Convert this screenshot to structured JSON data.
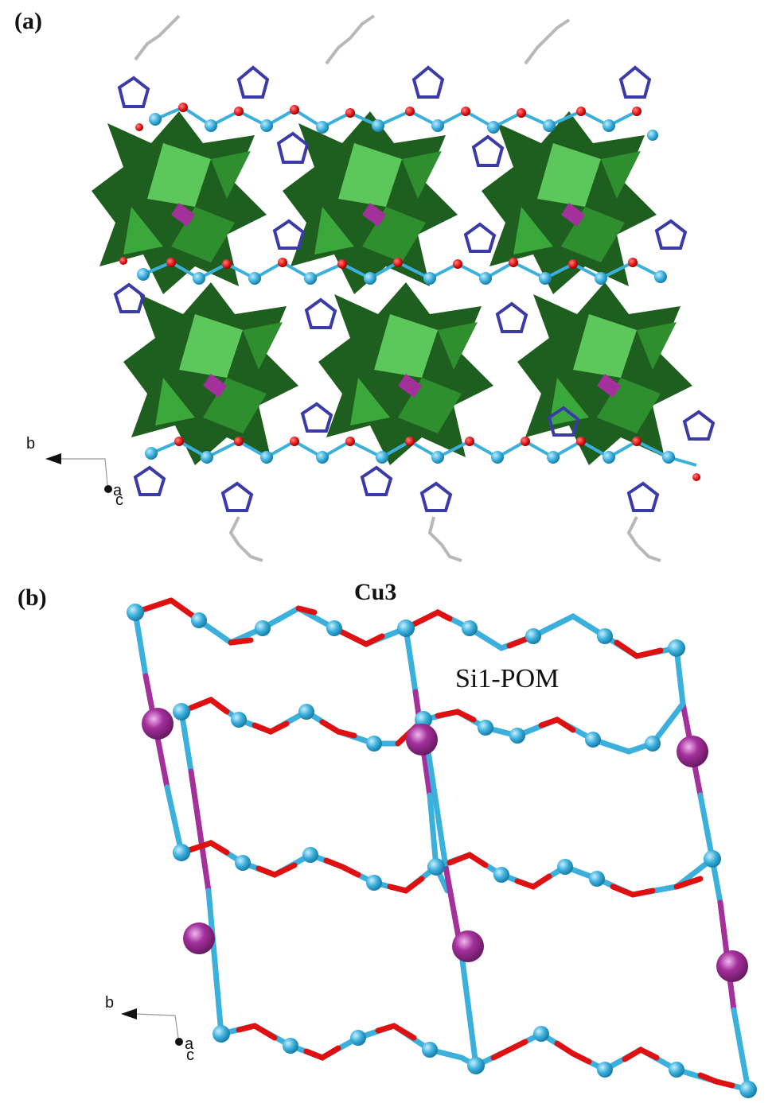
{
  "figure": {
    "panels": [
      {
        "label": "(a)",
        "description": "Crystal packing view: Cu-triazole chains linked by O bridges with Keggin-type polyoxometalate clusters (green polyhedra, pink SiO4 center) and alkyl-triazole ligands",
        "axes": {
          "b": "b",
          "a": "a",
          "c": "c"
        }
      },
      {
        "label": "(b)",
        "description": "Simplified 2D network topology: zigzag Cu–O chains connected via Si1-POM nodes",
        "annotations": {
          "cu": "Cu3",
          "pom": "Si1-POM"
        },
        "axes": {
          "b": "b",
          "a": "a",
          "c": "c"
        }
      }
    ],
    "colors": {
      "copper": "#3bb0dc",
      "oxygen": "#e01010",
      "nitrogen": "#3a3aa8",
      "carbon": "#b8b8b8",
      "pom_dark": "#1e5e1e",
      "pom_light": "#3aa83a",
      "silicon": "#a4309c"
    }
  }
}
